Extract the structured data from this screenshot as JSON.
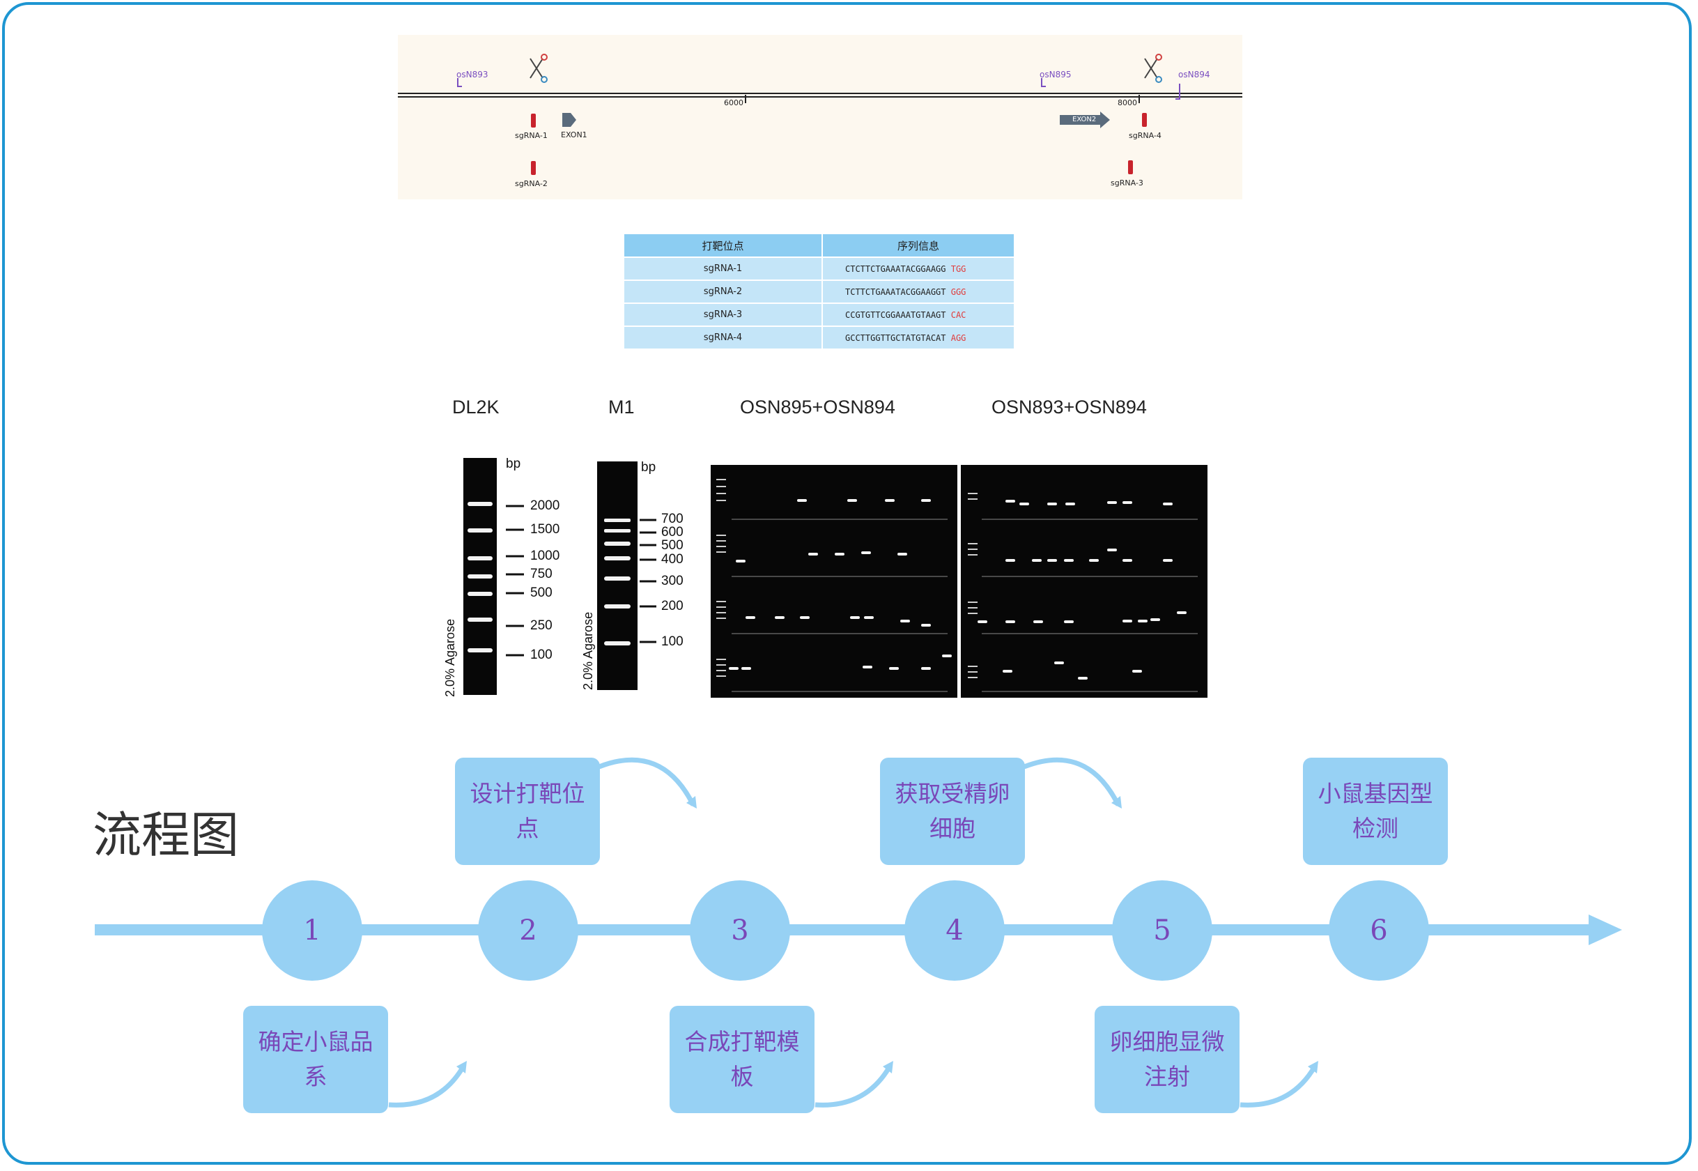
{
  "gene_map": {
    "primers": [
      "osN893",
      "osN895",
      "osN894"
    ],
    "ruler_ticks": [
      "6000",
      "8000"
    ],
    "exons": [
      "EXON1",
      "EXON2"
    ],
    "sgrnas": [
      "sgRNA-1",
      "sgRNA-2",
      "sgRNA-3",
      "sgRNA-4"
    ]
  },
  "table": {
    "headers": [
      "打靶位点",
      "序列信息"
    ],
    "rows": [
      {
        "site": "sgRNA-1",
        "seq": "CTCTTCTGAAATACGGAAGG",
        "pam": "TGG"
      },
      {
        "site": "sgRNA-2",
        "seq": "TCTTCTGAAATACGGAAGGT",
        "pam": "GGG"
      },
      {
        "site": "sgRNA-3",
        "seq": "CCGTGTTCGGAAATGTAAGT",
        "pam": "CAC"
      },
      {
        "site": "sgRNA-4",
        "seq": "GCCTTGGTTGCTATGTACAT",
        "pam": "AGG"
      }
    ],
    "pam_color": "#e03c3c"
  },
  "gels": {
    "titles": [
      "DL2K",
      "M1",
      "OSN895+OSN894",
      "OSN893+OSN894"
    ],
    "bp_unit": "bp",
    "agarose": "2.0% Agarose",
    "dl2k_ladder": [
      "2000",
      "1500",
      "1000",
      "750",
      "500",
      "250",
      "100"
    ],
    "m1_ladder": [
      "700",
      "600",
      "500",
      "400",
      "300",
      "200",
      "100"
    ]
  },
  "flow": {
    "title": "流程图",
    "steps": [
      {
        "num": "1",
        "label": "确定小鼠品系"
      },
      {
        "num": "2",
        "label": "设计打靶位点"
      },
      {
        "num": "3",
        "label": "合成打靶模板"
      },
      {
        "num": "4",
        "label": "获取受精卵细胞"
      },
      {
        "num": "5",
        "label": "卵细胞显微注射"
      },
      {
        "num": "6",
        "label": "小鼠基因型检测"
      }
    ],
    "colors": {
      "box": "#97d1f4",
      "text": "#7a47b8",
      "arrow": "#97d1f4"
    }
  },
  "colors": {
    "frame": "#1e96d2",
    "primer": "#7a4fc0",
    "sgrna": "#c8232c"
  }
}
